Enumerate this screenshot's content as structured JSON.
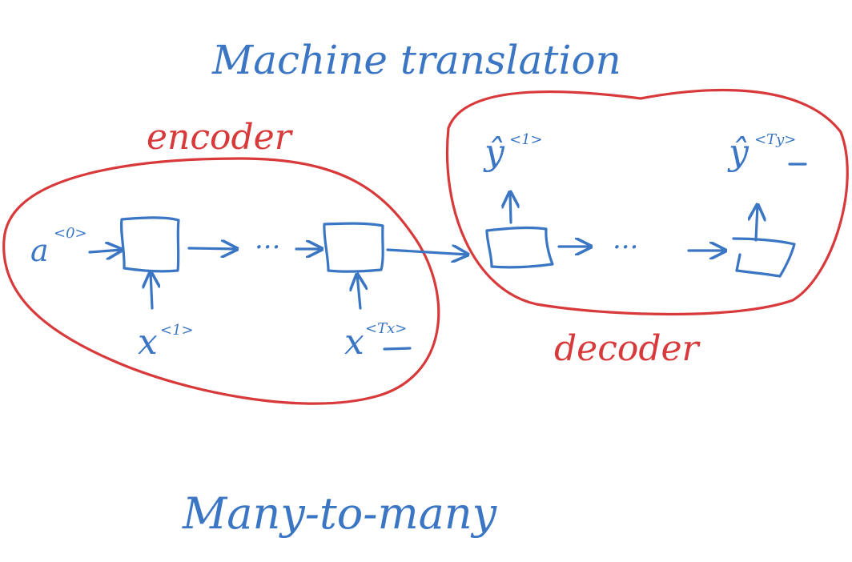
{
  "colors": {
    "ink_blue": "#3a76c4",
    "ink_red": "#d8393a",
    "background": "#ffffff"
  },
  "heading": "Machine translation",
  "footer": "Many-to-many",
  "encoder": {
    "label": "encoder",
    "initial_activation": "a",
    "initial_activation_sup": "<0>",
    "first_input": "x",
    "first_input_sup": "<1>",
    "last_input": "x",
    "last_input_sup": "<Tx>",
    "ellipsis": "···"
  },
  "decoder": {
    "label": "decoder",
    "first_output": "ŷ",
    "first_output_sup": "<1>",
    "last_output": "ŷ",
    "last_output_sup": "<Ty>",
    "ellipsis": "···"
  }
}
